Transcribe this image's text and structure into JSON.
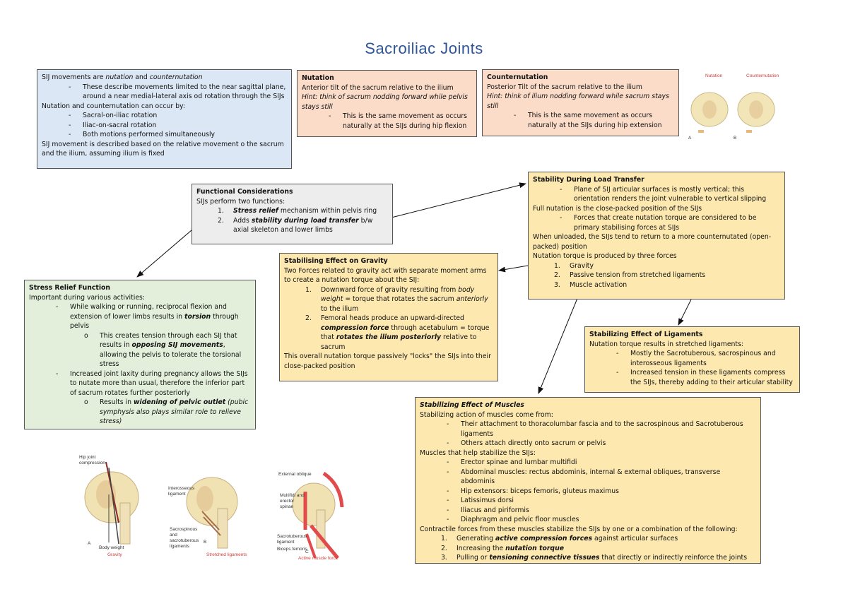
{
  "title": "Sacroiliac Joints",
  "intro": {
    "l1_pre": "SIJ movements are ",
    "l1_em1": "nutation",
    "l1_mid": " and ",
    "l1_em2": "counternutation",
    "d1": "These describe movements limited to the near sagittal plane, around a near medial-lateral axis od rotation through the SIJs",
    "l2": "Nutation and counternutation can occur by:",
    "d2": "Sacral-on-iliac rotation",
    "d3": "Iliac-on-sacral rotation",
    "d4": "Both motions performed simultaneously",
    "l3": "SIJ movement is described based on the relative movement o the sacrum and the ilium, assuming ilium is fixed"
  },
  "nutation": {
    "heading": "Nutation",
    "line1": "Anterior tilt of the sacrum relative to the ilium",
    "hint": "Hint: think of sacrum nodding forward while pelvis stays still",
    "dash": "This is the same movement as occurs naturally at the SIJs during hip flexion"
  },
  "counternutation": {
    "heading": "Counternutation",
    "line1": "Posterior Tilt of the sacrum relative to the ilium",
    "hint": "Hint: think of ilium nodding forward while sacrum stays still",
    "dash": "This is the same movement as occurs naturally at the SIJs during hip extension"
  },
  "functional": {
    "heading": "Functional Considerations",
    "line1": "SIJs perform two functions:",
    "n1": "1.",
    "i1_em": "Stress relief",
    "i1_rest": " mechanism within pelvis ring",
    "n2": "2.",
    "i2_pre": "Adds ",
    "i2_em": "stability during load transfer",
    "i2_rest": " b/w axial skeleton and lower limbs"
  },
  "stability": {
    "heading": "Stability During Load Transfer",
    "d1": "Plane of SIJ articular surfaces is mostly vertical; this orientation renders the joint vulnerable to vertical slipping",
    "l1": "Full nutation is the close-packed position of the SIJs",
    "d2": "Forces that create nutation torque are considered to be primary stabilising forces at SIJs",
    "l2": "When unloaded, the SIJs tend to return to a more counternutated (open-packed) position",
    "l3": "Nutation torque is produced by three forces",
    "n1": "1.",
    "f1": "Gravity",
    "n2": "2.",
    "f2": "Passive tension from stretched ligaments",
    "n3": "3.",
    "f3": "Muscle activation"
  },
  "gravity": {
    "heading": "Stabilising Effect on Gravity",
    "l1": "Two Forces related to gravity act with separate moment arms to create a nutation torque about the SIJ:",
    "n1": "1.",
    "i1_pre": "Downward force of gravity resulting from ",
    "i1_em": "body weight",
    "i1_mid": " = torque that rotates the sacrum ",
    "i1_em2": "anteriorly",
    "i1_rest": " to the ilium",
    "n2": "2.",
    "i2_pre": "Femoral heads produce an upward-directed ",
    "i2_em": "compression force",
    "i2_mid": " through acetabulum = torque that ",
    "i2_em2": "rotates the ilium posteriorly",
    "i2_rest": " relative to sacrum",
    "l2": "This overall nutation torque passively \"locks\" the SIJs into their close-packed position"
  },
  "stress": {
    "heading": "Stress Relief Function",
    "l1": "Important during various activities:",
    "d1_pre": "While walking or running, reciprocal flexion and extension of lower limbs results in ",
    "d1_em": "torsion",
    "d1_rest": " through pelvis",
    "s1_pre": "This creates tension through each SIJ that results in ",
    "s1_em": "opposing SIJ movements",
    "s1_rest": ", allowing the pelvis to tolerate the torsional stress",
    "d2": "Increased joint laxity during pregnancy allows the SIJs to nutate more than usual, therefore the inferior part of sacrum rotates further posteriorly",
    "s2_pre": "Results in ",
    "s2_em": "widening of pelvic outlet",
    "s2_rest": " (pubic symphysis also plays similar role to relieve stress)"
  },
  "ligaments": {
    "heading": "Stabilizing Effect of Ligaments",
    "l1": "Nutation torque results in stretched ligaments:",
    "d1": "Mostly the Sacrotuberous, sacrospinous and interosseous ligaments",
    "d2": "Increased tension in these ligaments compress the SIJs, thereby adding to their articular stability"
  },
  "muscles": {
    "heading": "Stabilizing Effect of Muscles",
    "l1": "Stabilizing action of muscles come from:",
    "d1": "Their attachment to thoracolumbar fascia and to the sacrospinous and Sacrotuberous ligaments",
    "d2": "Others attach directly onto sacrum or pelvis",
    "l2": "Muscles that help stabilize the SIJs:",
    "m1": "Erector spinae and lumbar multifidi",
    "m2": "Abdominal muscles: rectus abdominis, internal & external obliques, transverse abdominis",
    "m3": "Hip extensors: biceps femoris, gluteus maximus",
    "m4": "Latissimus dorsi",
    "m5": "Iliacus and piriformis",
    "m6": "Diaphragm and pelvic floor muscles",
    "l3": "Contractile forces from these muscles stabilize the SIJs by one or a combination of the following:",
    "n1": "1.",
    "c1_pre": "Generating ",
    "c1_em": "active compression forces",
    "c1_rest": " against articular surfaces",
    "n2": "2.",
    "c2_pre": "Increasing the ",
    "c2_em": "nutation torque",
    "n3": "3.",
    "c3_pre": "Pulling or ",
    "c3_em": "tensioning connective tissues",
    "c3_rest": " that directly or indirectly reinforce the joints"
  },
  "figures": {
    "a_top": "Hip joint compression",
    "a_mid": "Body weight",
    "a_letter": "A",
    "a_caption": "Gravity",
    "b_top": "Interosseous ligament",
    "b_mid": "Sacrospinous and sacrotuberous ligaments",
    "b_letter": "B",
    "b_caption": "Stretched ligaments",
    "c_top": "External oblique",
    "c_mid": "Multifidi and erector spinae",
    "c_low": "Sacrotuberous ligament",
    "c_low2": "Biceps femoris",
    "c_letter": "C",
    "c_caption": "Active muscle force",
    "tr_label1": "Nutation",
    "tr_label2": "Counternutation",
    "tr_a": "A",
    "tr_b": "B"
  },
  "colors": {
    "title": "#2f5597",
    "blue_box": "#dbe7f4",
    "peach_box": "#fbdcc9",
    "gray_box": "#ededed",
    "green_box": "#e3efda",
    "yellow_box": "#fde8b0",
    "figure_red": "#d23b3b"
  }
}
